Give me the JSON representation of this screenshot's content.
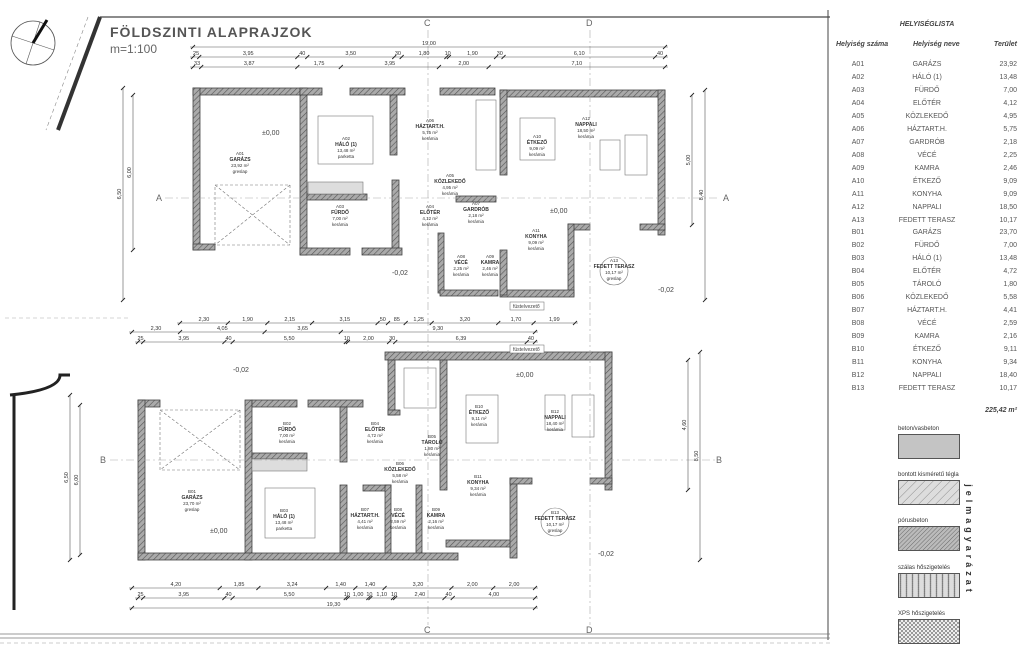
{
  "drawing": {
    "title": "FÖLDSZINTI ALAPRAJZOK",
    "scale": "m=1:100",
    "section_markers": [
      "A",
      "B",
      "C",
      "D"
    ],
    "levels": [
      "±0,00",
      "-0,02"
    ],
    "chimney_label": "füstelvezető",
    "plan_a_rooms": [
      {
        "code": "A01",
        "name": "GARÁZS",
        "area": "23,92 m²",
        "floor": "greslap"
      },
      {
        "code": "A02",
        "name": "HÁLÓ (1)",
        "area": "13,48 m²",
        "floor": "parketta"
      },
      {
        "code": "A03",
        "name": "FÜRDŐ",
        "area": "7,00 m²",
        "floor": "kerámia"
      },
      {
        "code": "A04",
        "name": "ELŐTÉR",
        "area": "4,12 m²",
        "floor": "kerámia"
      },
      {
        "code": "A05",
        "name": "KÖZLEKEDŐ",
        "area": "4,95 m²",
        "floor": "kerámia"
      },
      {
        "code": "A06",
        "name": "HÁZTART.H.",
        "area": "5,75 m²",
        "floor": "kerámia"
      },
      {
        "code": "A07",
        "name": "GARDRÓB",
        "area": "2,18 m²",
        "floor": "kerámia"
      },
      {
        "code": "A08",
        "name": "VÉCÉ",
        "area": "2,25 m²",
        "floor": "kerámia"
      },
      {
        "code": "A09",
        "name": "KAMRA",
        "area": "2,46 m²",
        "floor": "kerámia"
      },
      {
        "code": "A10",
        "name": "ÉTKEZŐ",
        "area": "9,09 m²",
        "floor": "kerámia"
      },
      {
        "code": "A11",
        "name": "KONYHA",
        "area": "9,09 m²",
        "floor": "kerámia"
      },
      {
        "code": "A12",
        "name": "NAPPALI",
        "area": "18,50 m²",
        "floor": "kerámia"
      },
      {
        "code": "A13",
        "name": "FEDETT TERASZ",
        "area": "10,17 m²",
        "floor": "greslap"
      }
    ],
    "plan_b_rooms": [
      {
        "code": "B01",
        "name": "GARÁZS",
        "area": "23,70 m²",
        "floor": "greslap"
      },
      {
        "code": "B02",
        "name": "FÜRDŐ",
        "area": "7,00 m²",
        "floor": "kerámia"
      },
      {
        "code": "B03",
        "name": "HÁLÓ (1)",
        "area": "13,48 m²",
        "floor": "parketta"
      },
      {
        "code": "B04",
        "name": "ELŐTÉR",
        "area": "4,72 m²",
        "floor": "kerámia"
      },
      {
        "code": "B05",
        "name": "TÁROLÓ",
        "area": "1,80 m²",
        "floor": "kerámia"
      },
      {
        "code": "B06",
        "name": "KÖZLEKEDŐ",
        "area": "5,58 m²",
        "floor": "kerámia"
      },
      {
        "code": "B07",
        "name": "HÁZTART.H.",
        "area": "4,41 m²",
        "floor": "kerámia"
      },
      {
        "code": "B08",
        "name": "VÉCÉ",
        "area": "2,59 m²",
        "floor": "kerámia"
      },
      {
        "code": "B09",
        "name": "KAMRA",
        "area": "2,16 m²",
        "floor": "kerámia"
      },
      {
        "code": "B10",
        "name": "ÉTKEZŐ",
        "area": "9,11 m²",
        "floor": "kerámia"
      },
      {
        "code": "B11",
        "name": "KONYHA",
        "area": "9,34 m²",
        "floor": "kerámia"
      },
      {
        "code": "B12",
        "name": "NAPPALI",
        "area": "18,40 m²",
        "floor": "kerámia"
      },
      {
        "code": "B13",
        "name": "FEDETT TERASZ",
        "area": "10,17 m²",
        "floor": "greslap"
      }
    ],
    "dimension_rows": [
      {
        "id": "top-total",
        "segments": [
          19.0
        ],
        "labels": [
          "19,00"
        ]
      },
      {
        "id": "top-1",
        "segments": [
          0.25,
          3.95,
          0.4,
          3.5,
          0.3,
          1.8,
          0.1,
          1.9,
          0.3,
          6.1,
          0.4
        ],
        "labels": [
          "25",
          "3,95",
          "40",
          "3,50",
          "30",
          "1,80",
          "10",
          "1,90",
          "30",
          "6,10",
          "40"
        ]
      },
      {
        "id": "top-2",
        "segments": [
          0.33,
          3.87,
          1.75,
          3.95,
          2.0,
          7.1
        ],
        "labels": [
          "33",
          "3,87",
          "1,75",
          "3,95",
          "2,00",
          "7,10"
        ]
      },
      {
        "id": "mid-1",
        "segments": [
          2.3,
          1.9,
          2.15,
          3.15,
          0.5,
          0.85,
          1.25,
          3.2,
          1.7,
          1.99
        ],
        "labels": [
          "2,30",
          "1,90",
          "2,15",
          "3,15",
          "50",
          "85",
          "1,25",
          "3,20",
          "1,70",
          "1,99"
        ]
      },
      {
        "id": "mid-2",
        "segments": [
          2.3,
          4.05,
          3.65,
          9.3
        ],
        "labels": [
          "2,30",
          "4,05",
          "3,65",
          "9,30"
        ]
      },
      {
        "id": "mid-3",
        "segments": [
          0.25,
          3.95,
          0.4,
          5.5,
          0.1,
          2.0,
          0.3,
          6.39,
          0.4
        ],
        "labels": [
          "25",
          "3,95",
          "40",
          "5,50",
          "10",
          "2,00",
          "30",
          "6,39",
          "40"
        ]
      },
      {
        "id": "bot-1",
        "segments": [
          4.2,
          1.85,
          3.24,
          1.4,
          1.4,
          3.2,
          2.0,
          2.0
        ],
        "labels": [
          "4,20",
          "1,85",
          "3,24",
          "1,40",
          "1,40",
          "3,20",
          "2,00",
          "2,00"
        ]
      },
      {
        "id": "bot-2",
        "segments": [
          0.25,
          3.95,
          0.4,
          5.5,
          0.1,
          1.0,
          0.1,
          1.1,
          0.1,
          2.4,
          0.4,
          4.0
        ],
        "labels": [
          "25",
          "3,95",
          "40",
          "5,50",
          "10",
          "1,00",
          "10",
          "1,10",
          "10",
          "2,40",
          "40",
          "4,00"
        ]
      },
      {
        "id": "bot-total",
        "segments": [
          19.3
        ],
        "labels": [
          "19,30"
        ]
      }
    ],
    "vertical_dims": [
      "6,50",
      "6,00",
      "8,40",
      "5,00",
      "6,50",
      "6,00",
      "8,50",
      "4,60"
    ]
  },
  "room_list": {
    "title": "HELYISÉGLISTA",
    "headers": {
      "code": "Helyiség száma",
      "name": "Helyiség neve",
      "area": "Terület"
    },
    "rows": [
      [
        "A01",
        "GARÁZS",
        "23,92"
      ],
      [
        "A02",
        "HÁLÓ (1)",
        "13,48"
      ],
      [
        "A03",
        "FÜRDŐ",
        "7,00"
      ],
      [
        "A04",
        "ELŐTÉR",
        "4,12"
      ],
      [
        "A05",
        "KÖZLEKEDŐ",
        "4,95"
      ],
      [
        "A06",
        "HÁZTART.H.",
        "5,75"
      ],
      [
        "A07",
        "GARDRÓB",
        "2,18"
      ],
      [
        "A08",
        "VÉCÉ",
        "2,25"
      ],
      [
        "A09",
        "KAMRA",
        "2,46"
      ],
      [
        "A10",
        "ÉTKEZŐ",
        "9,09"
      ],
      [
        "A11",
        "KONYHA",
        "9,09"
      ],
      [
        "A12",
        "NAPPALI",
        "18,50"
      ],
      [
        "A13",
        "FEDETT TERASZ",
        "10,17"
      ],
      [
        "B01",
        "GARÁZS",
        "23,70"
      ],
      [
        "B02",
        "FÜRDŐ",
        "7,00"
      ],
      [
        "B03",
        "HÁLÓ (1)",
        "13,48"
      ],
      [
        "B04",
        "ELŐTÉR",
        "4,72"
      ],
      [
        "B05",
        "TÁROLÓ",
        "1,80"
      ],
      [
        "B06",
        "KÖZLEKEDŐ",
        "5,58"
      ],
      [
        "B07",
        "HÁZTART.H.",
        "4,41"
      ],
      [
        "B08",
        "VÉCÉ",
        "2,59"
      ],
      [
        "B09",
        "KAMRA",
        "2,16"
      ],
      [
        "B10",
        "ÉTKEZŐ",
        "9,11"
      ],
      [
        "B11",
        "KONYHA",
        "9,34"
      ],
      [
        "B12",
        "NAPPALI",
        "18,40"
      ],
      [
        "B13",
        "FEDETT TERASZ",
        "10,17"
      ]
    ],
    "total": "225,42 m²"
  },
  "legend": {
    "title": "jelmagyarázat",
    "items": [
      {
        "label": "beton/vasbeton",
        "pattern": "solid",
        "color": "#c4c4c4"
      },
      {
        "label": "bontott kisméretű tégla",
        "pattern": "wide-hatch",
        "color": "#d8d8d8"
      },
      {
        "label": "pórusbeton",
        "pattern": "dense-hatch",
        "color": "#bbbbbb"
      },
      {
        "label": "szálas hőszigetelés",
        "pattern": "stipple",
        "color": "#cccccc"
      },
      {
        "label": "XPS hőszigetelés",
        "pattern": "checker",
        "color": "#e0e0e0"
      }
    ]
  }
}
